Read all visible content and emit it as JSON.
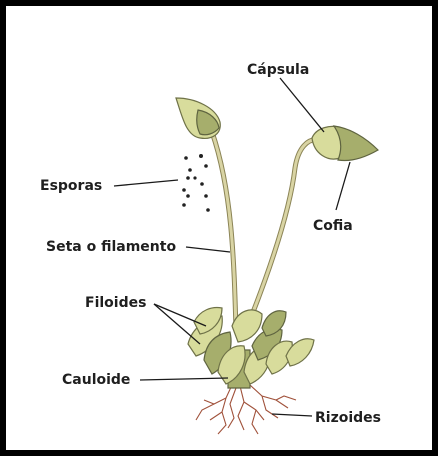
{
  "labels": {
    "capsula": "Cápsula",
    "esporas": "Esporas",
    "cofia": "Cofia",
    "seta": "Seta o filamento",
    "filoides": "Filoides",
    "cauloide": "Cauloide",
    "rizoides": "Rizoides"
  },
  "colors": {
    "frame": "#000000",
    "leaf_light": "#d8dc9c",
    "leaf_dark": "#a6ae6c",
    "stalk": "#8b8456",
    "roots": "#a0513a"
  }
}
